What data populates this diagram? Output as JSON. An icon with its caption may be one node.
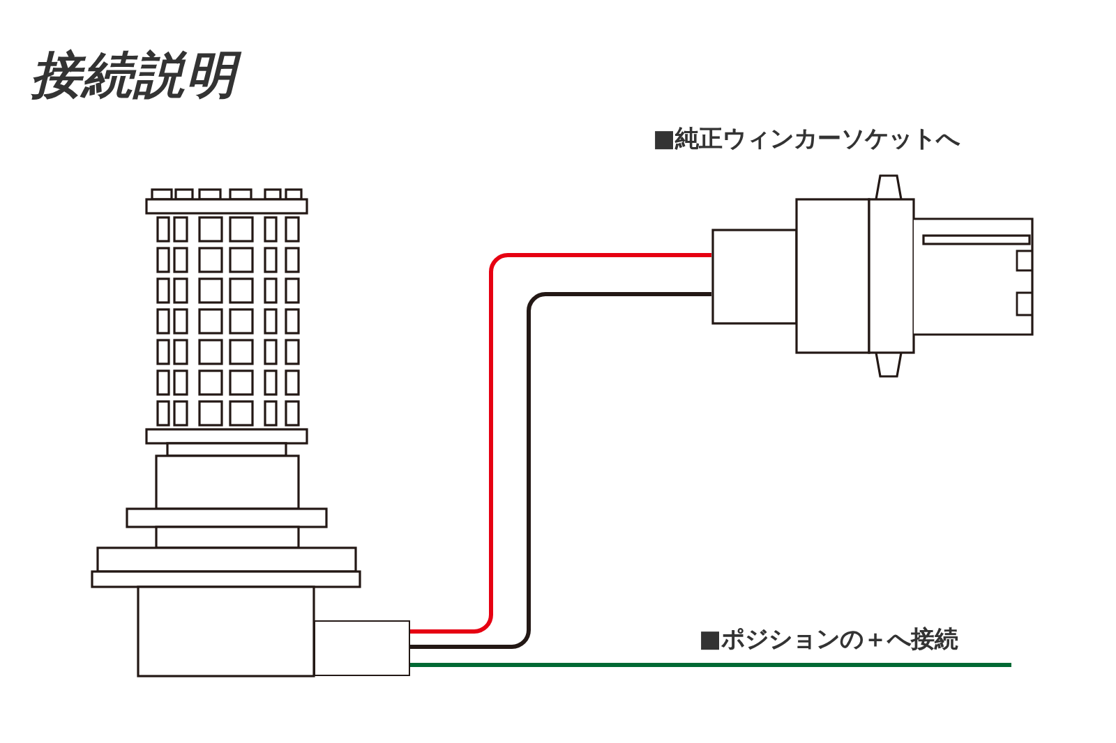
{
  "diagram": {
    "title": "接続説明",
    "nodes": [
      {
        "text": [],
        "shape": "picture"
      },
      {
        "text": [],
        "shape": "box"
      },
      {
        "text": [
          "■純正ウィンカーソケットへ"
        ]
      }
    ],
    "edges": [
      {
        "from": 1,
        "to": 2,
        "arrow": "none",
        "color": "#e60012"
      },
      {
        "from": 1,
        "to": 2,
        "arrow": "none",
        "color": "#231815"
      },
      {
        "from": 1,
        "to": null,
        "arrow": "none",
        "color": "#006934",
        "label": "■ポジションの＋へ接続"
      }
    ]
  }
}
